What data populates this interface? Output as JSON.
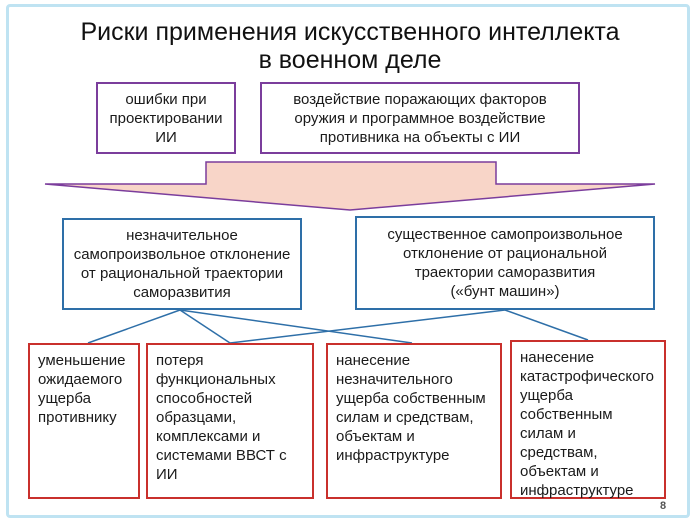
{
  "title_line1": "Риски применения искусственного интеллекта",
  "title_line2": "в военном деле",
  "causes": {
    "design_errors": "ошибки при проектировании ИИ",
    "external_impact": "воздействие поражающих факторов оружия и программное воздействие противника на объекты с ИИ"
  },
  "deviations": {
    "minor": "незначительное самопроизвольное отклонение от рациональной траектории саморазвития",
    "major": "существенное самопроизвольное отклонение от рациональной траектории саморазвития",
    "major_note": "(«бунт машин»)"
  },
  "consequences": [
    "уменьшение ожидаемого ущерба противнику",
    "потеря функциональных способностей образцами, комплексами и системами ВВСТ с ИИ",
    "нанесение незначительного ущерба собственным силам и средствам, объектам и инфраструктуре",
    "нанесение катастрофического ущерба собственным силам и средствам, объектам и инфраструктуре"
  ],
  "page_number": "8",
  "colors": {
    "purple_border": "#7b3d9c",
    "blue_border": "#2e6fa8",
    "red_border": "#c9302c",
    "arrow_fill": "#f8d5c8",
    "arrow_stroke": "#7b3d9c",
    "connector": "#2e6fa8"
  }
}
